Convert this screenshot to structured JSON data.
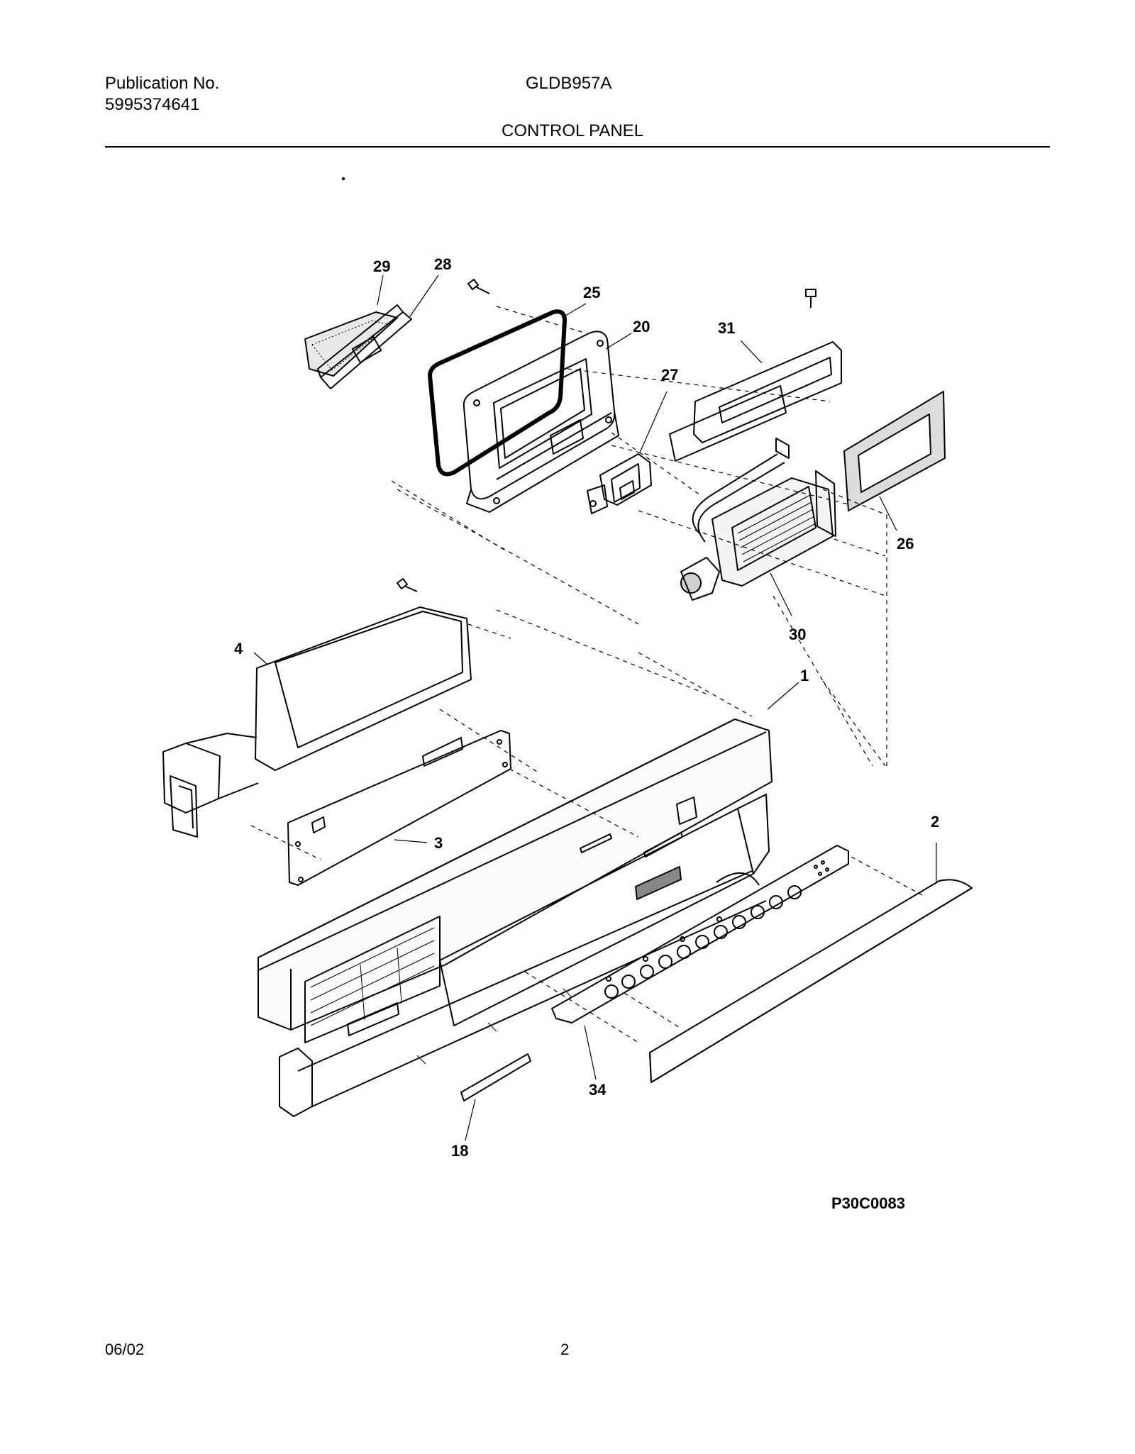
{
  "header": {
    "publication_label": "Publication No.",
    "publication_number": "5995374641",
    "model": "GLDB957A",
    "section_title": "CONTROL PANEL"
  },
  "callouts": {
    "c29": "29",
    "c28": "28",
    "c25": "25",
    "c20": "20",
    "c27": "27",
    "c31": "31",
    "c26": "26",
    "c30": "30",
    "c4": "4",
    "c1": "1",
    "c3": "3",
    "c2": "2",
    "c34": "34",
    "c18": "18"
  },
  "drawing_code": "P30C0083",
  "footer": {
    "date": "06/02",
    "page": "2"
  }
}
